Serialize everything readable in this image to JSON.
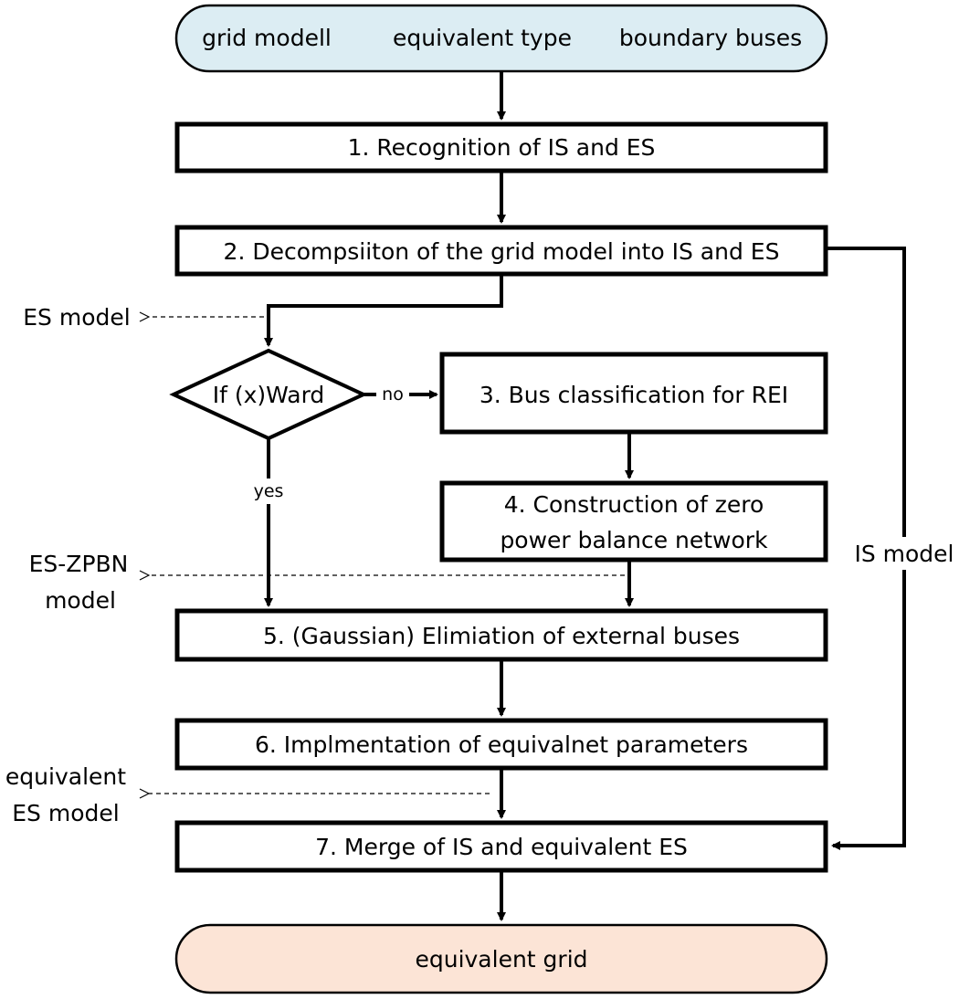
{
  "input": {
    "grid_model": "grid modell",
    "equivalent_type": "equivalent type",
    "boundary_buses": "boundary buses",
    "fill": "#dcedf3"
  },
  "steps": {
    "s1": "1. Recognition of IS and ES",
    "s2": "2. Decompsiiton of the grid model into IS and ES",
    "s3": "3. Bus classification for REI",
    "s4_line1": "4. Construction of zero",
    "s4_line2": "power balance network",
    "s5": "5. (Gaussian) Elimiation of external buses",
    "s6": "6. Implmentation of equivalnet parameters",
    "s7": "7. Merge of IS and equivalent ES"
  },
  "decision": {
    "label": "If (x)Ward",
    "no": "no",
    "yes": "yes"
  },
  "side_labels": {
    "es_model": "ES model",
    "es_zpbn_line1": "ES-ZPBN",
    "es_zpbn_line2": "model",
    "equiv_es_line1": "equivalent",
    "equiv_es_line2": "ES model",
    "is_model": "IS model"
  },
  "output": {
    "label": "equivalent grid",
    "fill": "#fce4d6"
  }
}
